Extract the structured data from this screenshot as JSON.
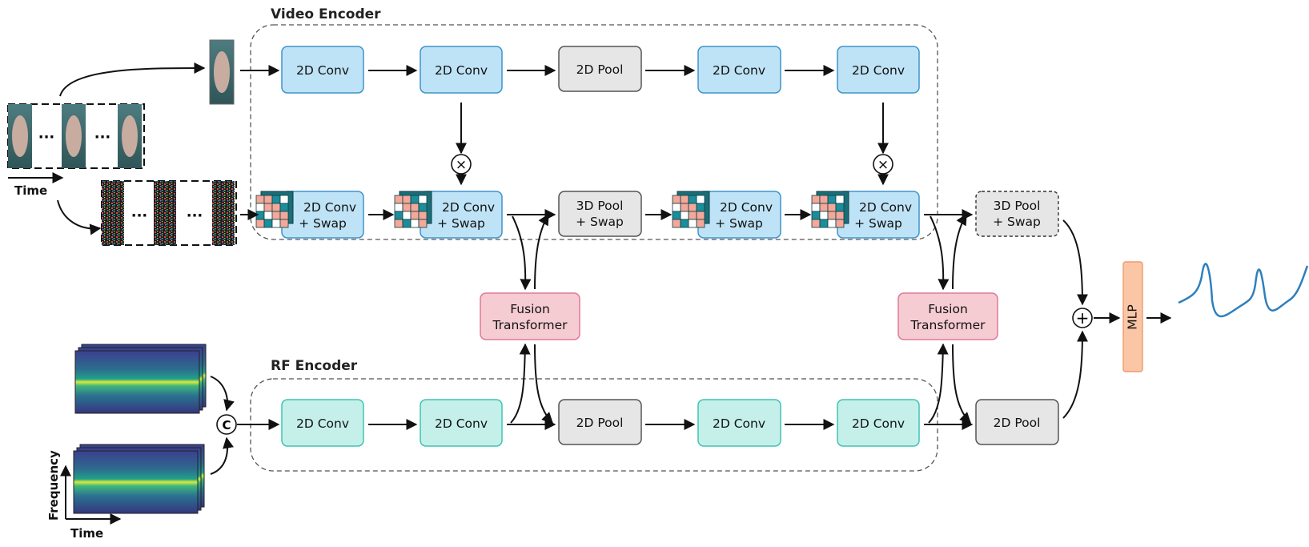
{
  "video_encoder": {
    "title": "Video Encoder",
    "row1": [
      "2D Conv",
      "2D Conv",
      "2D Pool",
      "2D Conv",
      "2D Conv"
    ],
    "row2": [
      [
        "2D Conv",
        "+ Swap"
      ],
      [
        "2D Conv",
        "+ Swap"
      ],
      [
        "3D Pool",
        "+ Swap"
      ],
      [
        "2D Conv",
        "+ Swap"
      ],
      [
        "2D Conv",
        "+ Swap"
      ]
    ]
  },
  "rf_encoder": {
    "title": "RF Encoder",
    "row": [
      "2D Conv",
      "2D Conv",
      "2D Pool",
      "2D Conv",
      "2D Conv"
    ]
  },
  "fusion_blocks": [
    [
      "Fusion",
      "Transformer"
    ],
    [
      "Fusion",
      "Transformer"
    ]
  ],
  "after_video": [
    "3D Pool",
    "+ Swap"
  ],
  "after_rf": "2D Pool",
  "mlp_label": "MLP",
  "concat_symbol": "C",
  "add_symbol": "+",
  "multiply_symbol": "×",
  "ellipsis": "···",
  "labels": {
    "time_video": "Time",
    "frequency": "Frequency",
    "time_rf": "Time"
  },
  "colors": {
    "video_block_fill": "#bfe3f6",
    "video_block_stroke": "#3d94cc",
    "rf_block_fill": "#c5f0ea",
    "rf_block_stroke": "#3fc4b3",
    "pool_fill": "#e6e6e6",
    "pool_stroke": "#555555",
    "fusion_fill": "#f6ccd3",
    "fusion_stroke": "#e0789a",
    "mlp_fill": "#fbc6a6",
    "mlp_stroke": "#ef9a6a",
    "signal": "#2f7fbd"
  }
}
